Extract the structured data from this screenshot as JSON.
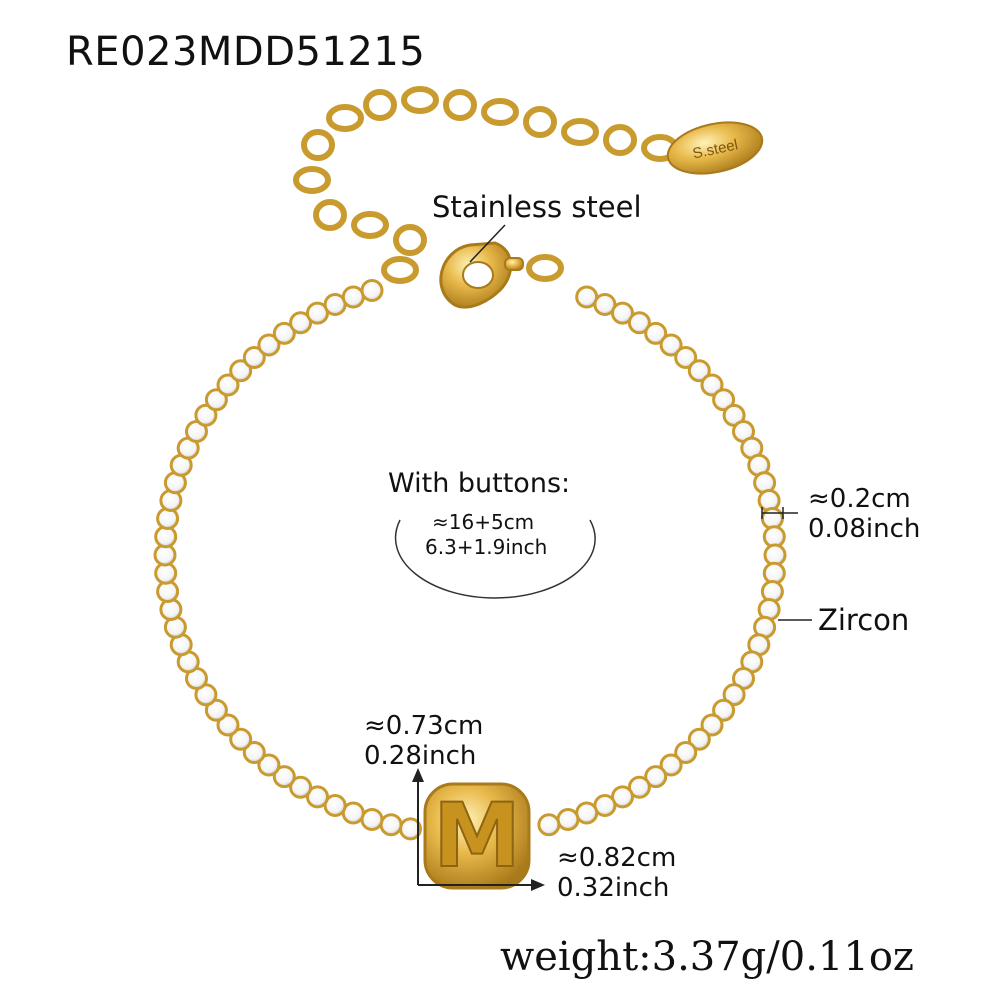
{
  "product": {
    "sku": "RE023MDD51215",
    "weight": "weight:3.37g/0.11oz"
  },
  "annotations": {
    "clasp_material": "Stainless steel",
    "length_title": "With buttons:",
    "length_cm": "≈16+5cm",
    "length_inch": "6.3+1.9inch",
    "chain_width_cm": "≈0.2cm",
    "chain_width_inch": "0.08inch",
    "stone": "Zircon",
    "pendant_height_cm": "≈0.73cm",
    "pendant_height_inch": "0.28inch",
    "pendant_width_cm": "≈0.82cm",
    "pendant_width_inch": "0.32inch"
  },
  "jewelry": {
    "tag_text": "S.steel",
    "pendant_letter": "M",
    "gold_color": "#c99a2e",
    "gold_light": "#f3d27a",
    "zircon_color": "#ffffff"
  }
}
